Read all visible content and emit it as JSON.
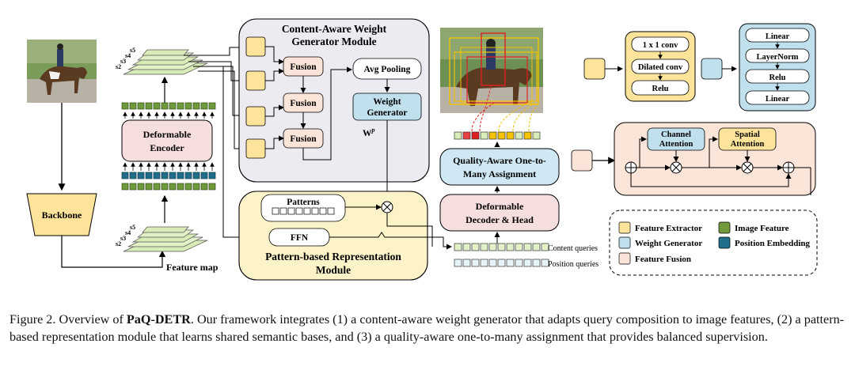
{
  "figure": {
    "backbone": "Backbone",
    "feature_map": "Feature map",
    "deformable_encoder": [
      "Deformable",
      "Encoder"
    ],
    "scales_top": [
      "s5",
      "s4",
      "s3",
      "s2"
    ],
    "scales_bottom": [
      "s5",
      "s4",
      "s3",
      "s2"
    ],
    "cawg_title": [
      "Content-Aware Weight",
      "Generator Module"
    ],
    "fusion": [
      "Fusion",
      "Fusion",
      "Fusion"
    ],
    "avg_pooling": "Avg Pooling",
    "weight_generator": [
      "Weight",
      "Generator"
    ],
    "wp_label": "W",
    "wp_sup": "p",
    "patterns": "Patterns",
    "ffn": "FFN",
    "pbr_title": [
      "Pattern-based Representation",
      "Module"
    ],
    "decoder": [
      "Deformable",
      "Decoder & Head"
    ],
    "assignment": [
      "Quality-Aware One-to-",
      "Many Assignment"
    ],
    "content_queries": "Content queries",
    "position_queries": "Position queries",
    "fe_block": [
      "1 x 1 conv",
      "Dilated conv",
      "Relu"
    ],
    "wg_block": [
      "Linear",
      "LayerNorm",
      "Relu",
      "Linear"
    ],
    "channel_attention": [
      "Channel",
      "Attention"
    ],
    "spatial_attention": [
      "Spatial",
      "Attention"
    ],
    "legend": {
      "feature_extractor": "Feature Extractor",
      "image_feature": "Image Feature",
      "weight_generator": "Weight Generator",
      "position_embedding": "Position Embedding",
      "feature_fusion": "Feature Fusion"
    },
    "colors": {
      "feature_extractor": "#fde49a",
      "weight_generator": "#bfe0ec",
      "feature_fusion": "#fbe4d8",
      "image_feature": "#6f9a3b",
      "position_embedding": "#1f6f8b",
      "module_gray": "#ecebf2",
      "module_yellow": "#fdf3c9",
      "decoder_pink": "#f6dede",
      "assign_blue": "#cfe8f3"
    }
  },
  "caption": {
    "prefix": "Figure 2. Overview of ",
    "name": "PaQ-DETR",
    "rest": ". Our framework integrates (1) a content-aware weight generator that adapts query composition to image features, (2) a pattern-based representation module that learns shared semantic bases, and (3) a quality-aware one-to-many assignment that provides balanced supervision."
  }
}
